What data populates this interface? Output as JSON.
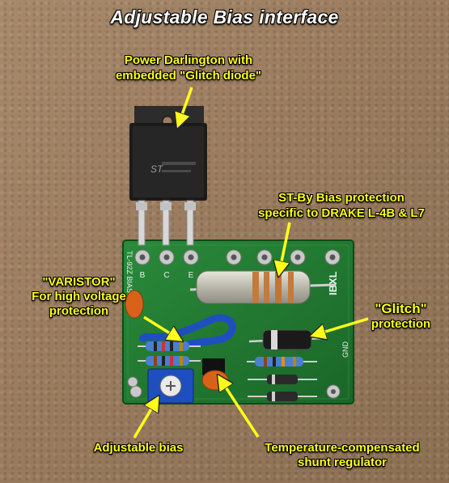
{
  "title": "Adjustable Bias interface",
  "labels": {
    "darlington": [
      "Power Darlington with",
      "embedded \"Glitch diode\""
    ],
    "stby": [
      "ST-By Bias protection",
      "specific to DRAKE L-4B & L7"
    ],
    "varistor": [
      "\"VARISTOR\"",
      "For high voltage",
      "protection"
    ],
    "glitch": [
      "\"Glitch\"",
      "protection"
    ],
    "adjustable_bias": "Adjustable bias",
    "temperature": [
      "Temperature-compensated",
      "shunt regulator"
    ]
  },
  "board_marks": {
    "pin_b": "B",
    "pin_c": "C",
    "pin_e": "E",
    "model": "TL-92Z BIAS",
    "logo": "IBXL",
    "gnd": "GND"
  },
  "colors": {
    "label_yellow": "#ffff1a",
    "title_white": "#ffffff",
    "pcb_green": "#1f7a2e",
    "background": "#9c7d60"
  }
}
